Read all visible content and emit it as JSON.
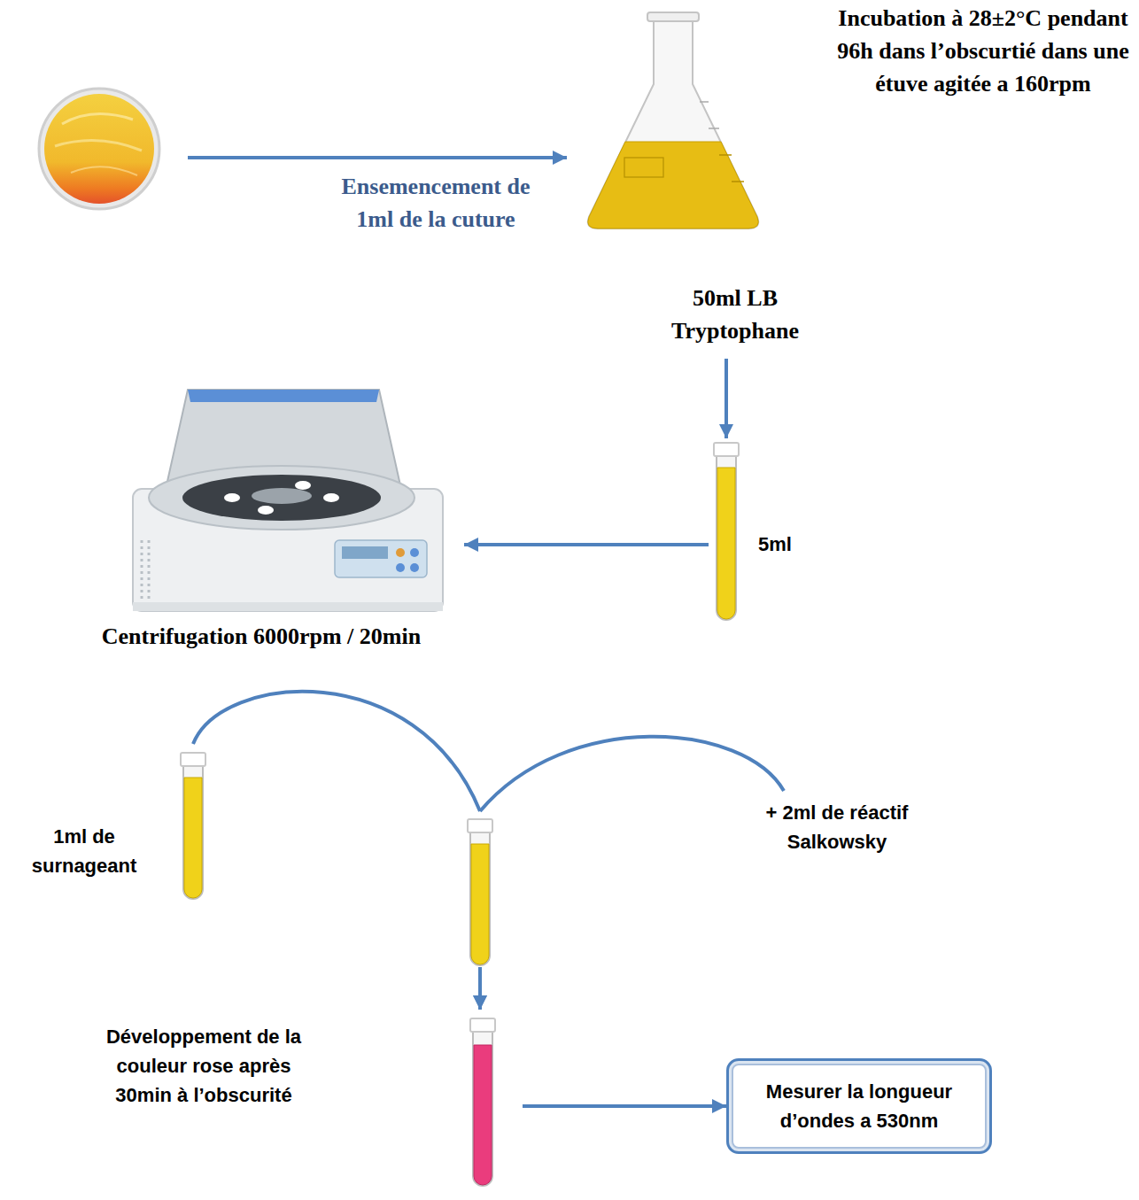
{
  "diagram": {
    "nodes": [
      {
        "text": [
          "Incubation à 28±2°C pendant 96h dans l’obscurtié dans une étuve agitée a 160rpm",
          "50ml LB Tryptophane"
        ]
      },
      {
        "text": [
          "5ml"
        ]
      },
      {
        "text": [
          "Centrifugation 6000rpm / 20min"
        ]
      },
      {
        "text": [
          "1ml de surnageant"
        ]
      },
      {
        "text": [
          "+ 2ml de réactif Salkowsky"
        ]
      },
      {
        "text": [
          "Développement de la couleur rose après 30min à l’obscurité"
        ]
      },
      {
        "text": [
          "Mesurer la longueur d’ondes a 530nm"
        ]
      }
    ],
    "edges": [
      {
        "from": 0,
        "to": 1,
        "arrow": "to"
      },
      {
        "from": 1,
        "to": 2,
        "arrow": "to"
      },
      {
        "from": 3,
        "to": 5,
        "arrow": "to"
      },
      {
        "from": 4,
        "to": 5,
        "arrow": "to"
      },
      {
        "from": 5,
        "to": 6,
        "arrow": "to"
      }
    ],
    "labels": [
      "Ensemencement de 1ml de la cuture"
    ]
  }
}
